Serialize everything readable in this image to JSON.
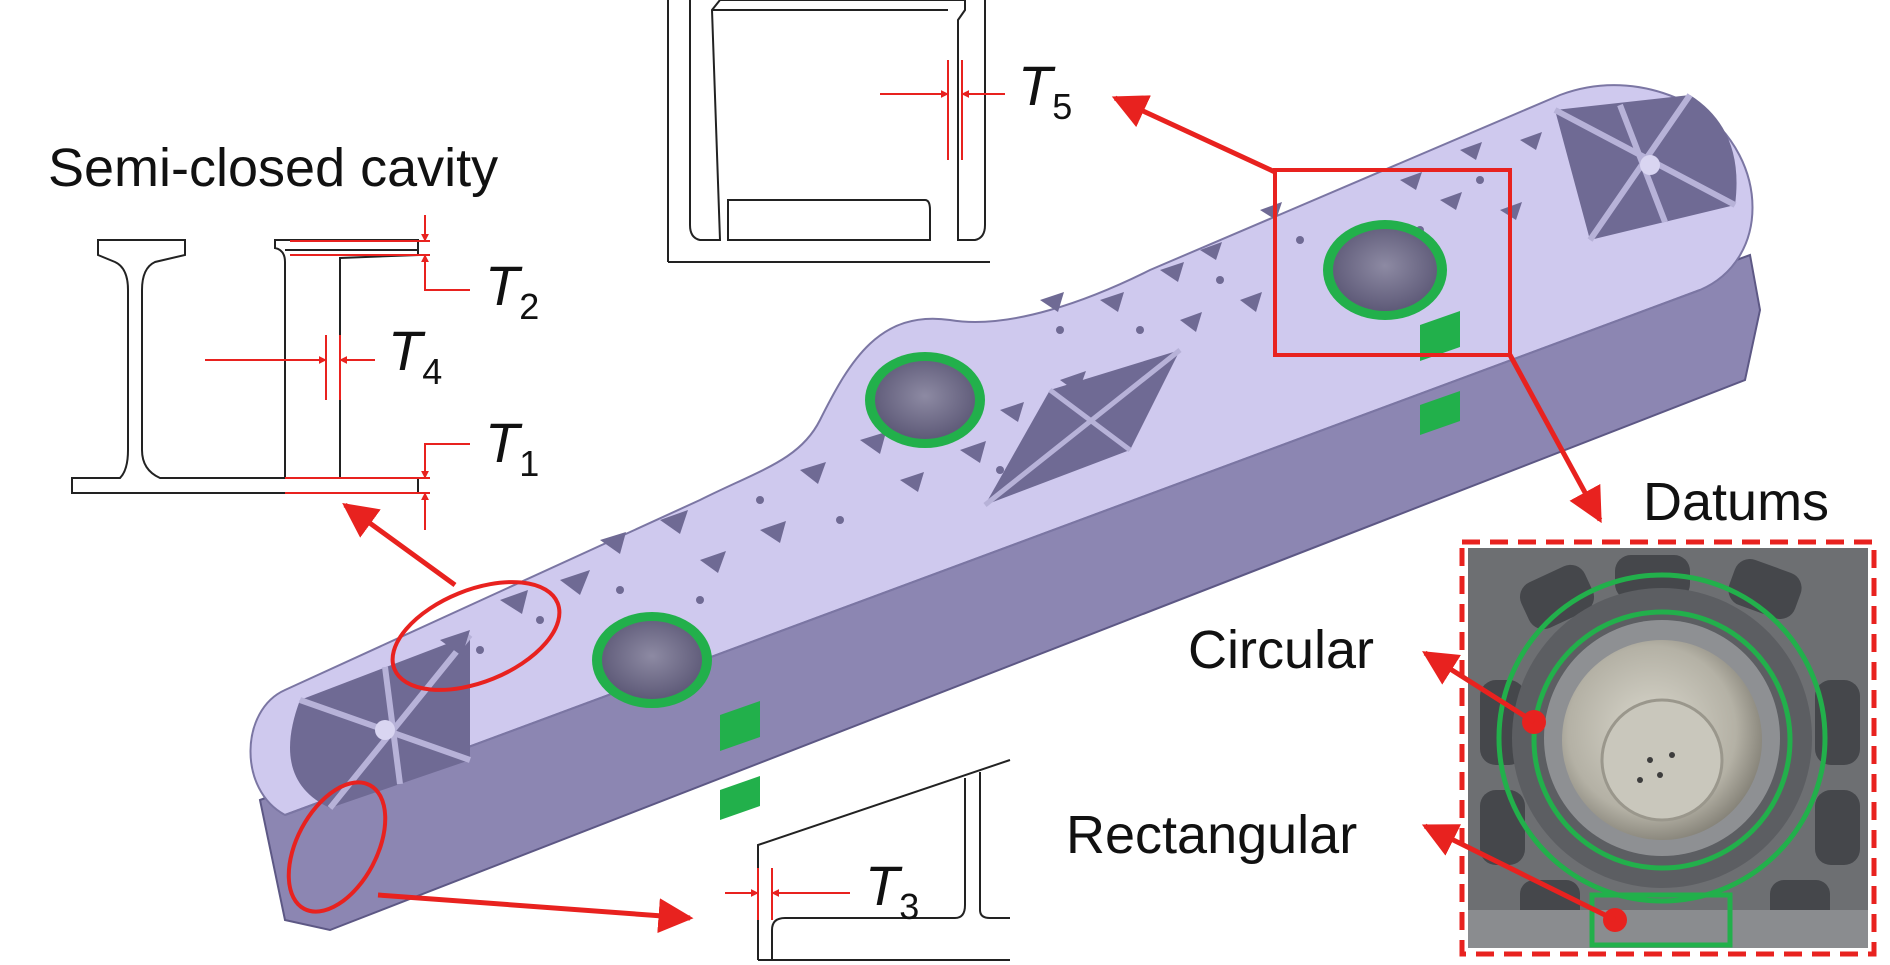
{
  "labels": {
    "semi_closed_cavity": "Semi-closed cavity",
    "datums": "Datums",
    "circular": "Circular",
    "rectangular": "Rectangular"
  },
  "thickness": [
    {
      "letter": "T",
      "sub": "1"
    },
    {
      "letter": "T",
      "sub": "2"
    },
    {
      "letter": "T",
      "sub": "3"
    },
    {
      "letter": "T",
      "sub": "4"
    },
    {
      "letter": "T",
      "sub": "5"
    }
  ],
  "colors": {
    "annotation_red": "#e8221f",
    "datum_green": "#22b04b",
    "part_lavender": "#cfc9ee",
    "part_side": "#8c86b2",
    "photo_gray": "#6d6f72"
  },
  "icons": [
    "i-beam-section",
    "panel-section",
    "flange-section",
    "datum-photo"
  ]
}
